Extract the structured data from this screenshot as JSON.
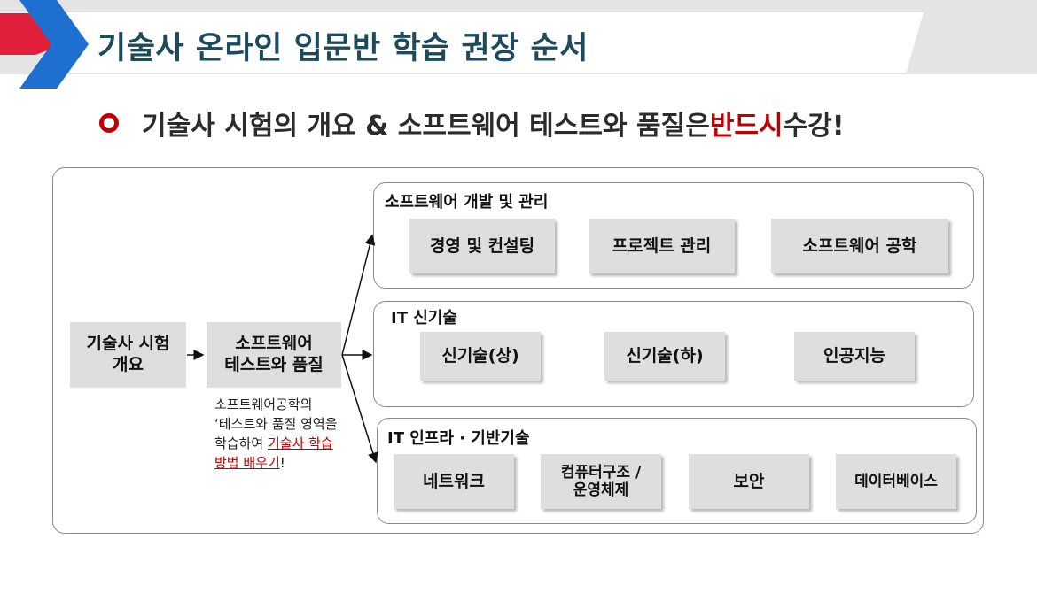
{
  "header": {
    "title": "기술사 온라인 입문반 학습 권장 순서",
    "accent_red": "#e0203a",
    "accent_blue": "#1e6fd0"
  },
  "subtitle": {
    "before": "기술사 시험의 개요 & 소프트웨어 테스트와 품질은 ",
    "emphasis": "반드시",
    "after": " 수강!"
  },
  "flow": {
    "step1": [
      "기술사 시험",
      "개요"
    ],
    "step2": [
      "소프트웨어",
      "테스트와 품질"
    ]
  },
  "note": {
    "line1": "소프트웨어공학의",
    "line2": "‘테스트와 품질 영역을",
    "line3_plain": "학습하여 ",
    "line3_red": "기술사 학습",
    "line4_red": "방법 배우기",
    "line4_end": "!"
  },
  "groups": [
    {
      "title": "소프트웨어 개발 및 관리",
      "items": [
        "경영 및 컨설팅",
        "프로젝트 관리",
        "소프트웨어 공학"
      ]
    },
    {
      "title": "IT 신기술",
      "items": [
        "신기술(상)",
        "신기술(하)",
        "인공지능"
      ]
    },
    {
      "title": "IT 인프라 · 기반기술",
      "items": [
        "네트워크",
        "컴퓨터구조 /",
        "운영체제",
        "보안",
        "데이터베이스"
      ]
    }
  ]
}
